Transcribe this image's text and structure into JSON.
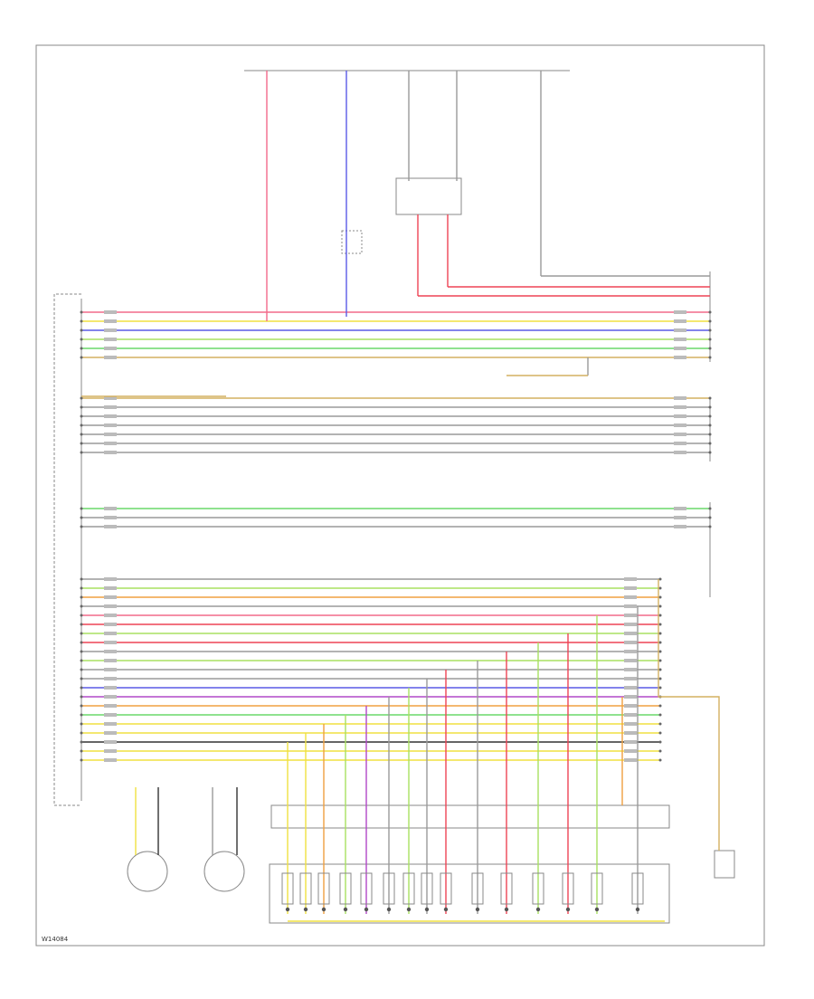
{
  "figure_id": "W14084",
  "wire_colors": {
    "pink": "#f26a8a",
    "red": "#ee4455",
    "blue": "#5a5ae6",
    "yellow": "#f0e040",
    "green": "#6ad86a",
    "light_green": "#a8e060",
    "orange": "#f0a040",
    "tan": "#d4b060",
    "gray": "#9a9a9a",
    "purple": "#b048c8",
    "cyan": "#40c8c8",
    "black": "#333333",
    "frame": "#888888"
  },
  "wire_groups": {
    "top_block": [
      "pink",
      "yellow",
      "blue",
      "light_green",
      "green",
      "tan"
    ],
    "middle_block": [
      "tan",
      "gray",
      "gray",
      "gray",
      "gray",
      "gray",
      "gray"
    ],
    "harness_block": [
      "green",
      "gray",
      "gray"
    ],
    "lower_block": [
      "gray",
      "light_green",
      "orange",
      "gray",
      "pink",
      "red",
      "light_green",
      "red",
      "gray",
      "light_green",
      "gray",
      "gray",
      "blue",
      "purple",
      "orange",
      "green",
      "yellow",
      "yellow",
      "black",
      "yellow",
      "yellow"
    ]
  }
}
